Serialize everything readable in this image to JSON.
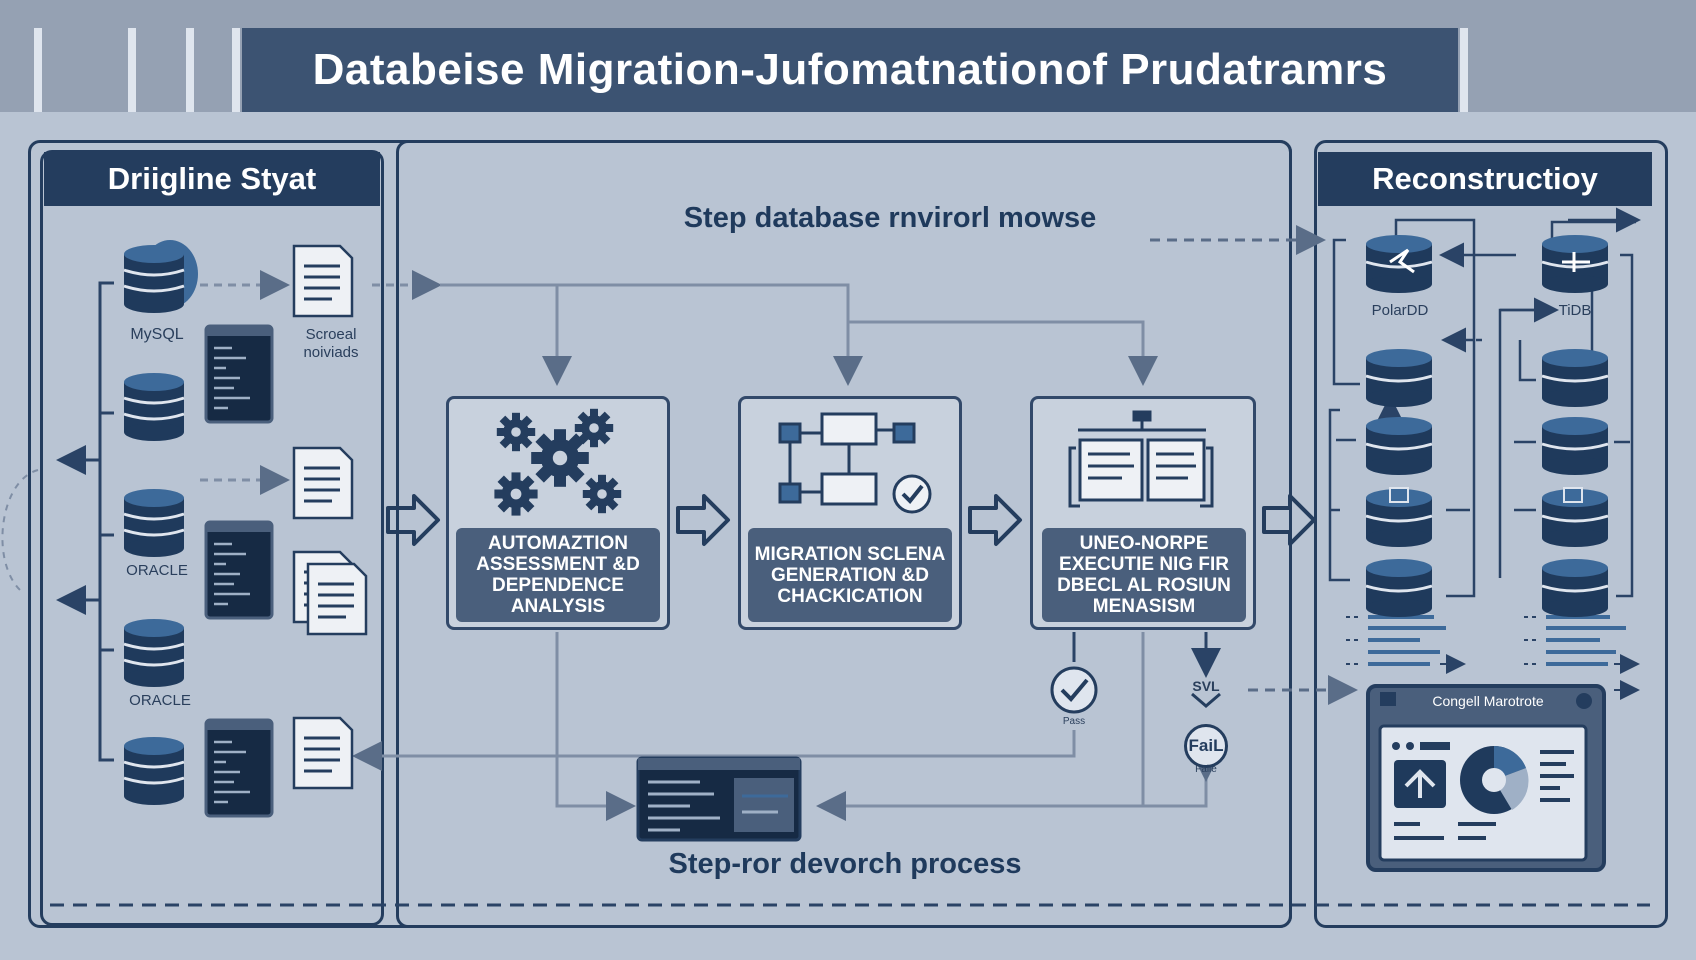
{
  "title": "Databeise Migration-Jufomatnationof Prudatramrs",
  "left_panel": {
    "header": "Driigline Styat",
    "labels": {
      "mysql": "MySQL",
      "scripts": "Scroeal noiviads",
      "oracle_1": "ORACLE",
      "oracle_2": "ORACLE"
    }
  },
  "center": {
    "top_heading": "Step database rnvirorl mowse",
    "bottom_heading": "Step-ror devorch process",
    "steps": [
      {
        "label": "AUTOMAZTION ASSESSMENT &D DEPENDENCE ANALYSIS"
      },
      {
        "label": "MIGRATION SCLENA GENERATION &D CHACKICATION"
      },
      {
        "label": "UNEO-NORPE EXECUTIE NIG FIR DBECL AL ROSIUN MENASISM"
      }
    ],
    "pass_label": "Pass",
    "fail_badge": "FaiL",
    "fail_label": "Faile",
    "svl_label": "SVL"
  },
  "right_panel": {
    "header": "Reconstructioy",
    "db_labels": {
      "polardb": "PolarDD",
      "tidb": "TiDB"
    },
    "console_title": "Congell Marotrote"
  },
  "colors": {
    "navy": "#243d5e",
    "background": "#b9c4d3",
    "step_label_bg": "#4a5f7c"
  }
}
